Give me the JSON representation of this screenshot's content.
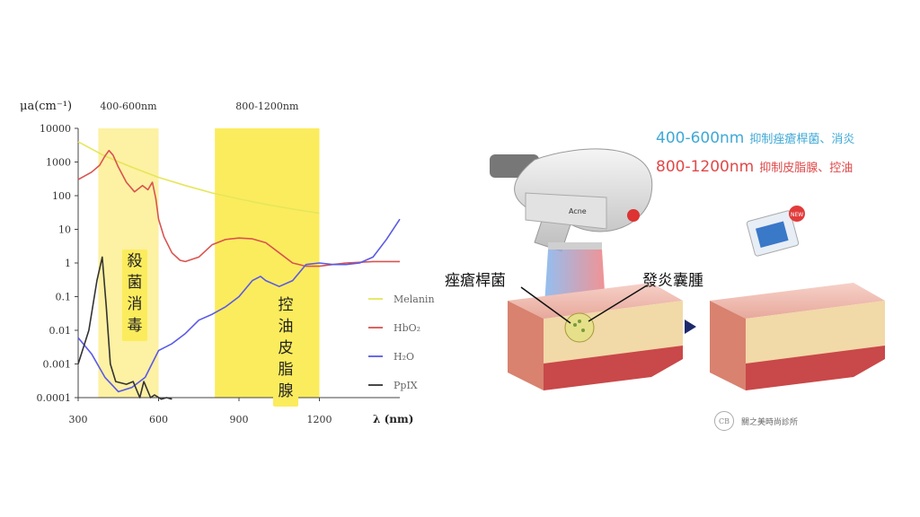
{
  "chart_data": {
    "type": "line",
    "ylabel": "μa(cm⁻¹)",
    "xlabel": "λ (nm)",
    "xlim": [
      300,
      1500
    ],
    "ylim": [
      0.0001,
      10000
    ],
    "y_scale": "log",
    "x_ticks": [
      300,
      600,
      900,
      1200
    ],
    "y_ticks": [
      "10000",
      "1000",
      "100",
      "10",
      "1",
      "0.1",
      "0.01",
      "0.001",
      "0.0001"
    ],
    "y_tick_values": [
      10000,
      1000,
      100,
      10,
      1,
      0.1,
      0.01,
      0.001,
      0.0001
    ],
    "bands": [
      {
        "label": "400-600nm",
        "range": [
          375,
          600
        ],
        "text": "殺菌消毒"
      },
      {
        "label": "800-1200nm",
        "range": [
          810,
          1200
        ],
        "text": "控油皮脂腺"
      }
    ],
    "legend_position": "right",
    "series": [
      {
        "name": "Melanin",
        "color": "#e6e65a",
        "x": [
          300,
          400,
          500,
          600,
          700,
          800,
          900,
          1000,
          1100,
          1200
        ],
        "y": [
          4000,
          1500,
          700,
          350,
          200,
          120,
          80,
          55,
          40,
          30
        ]
      },
      {
        "name": "HbO₂",
        "color": "#d9534f",
        "x": [
          300,
          350,
          380,
          400,
          415,
          430,
          450,
          480,
          510,
          540,
          560,
          577,
          590,
          600,
          620,
          650,
          680,
          700,
          750,
          800,
          850,
          900,
          950,
          1000,
          1050,
          1100,
          1150,
          1200,
          1250,
          1300,
          1400,
          1500
        ],
        "y": [
          300,
          500,
          800,
          1500,
          2200,
          1600,
          700,
          250,
          130,
          200,
          150,
          250,
          80,
          20,
          6,
          2,
          1.2,
          1.1,
          1.5,
          3.5,
          5,
          5.5,
          5.2,
          4,
          2,
          1,
          0.8,
          0.8,
          0.9,
          1,
          1.1,
          1.1
        ]
      },
      {
        "name": "H₂O",
        "color": "#5a5ae6",
        "x": [
          300,
          350,
          400,
          450,
          500,
          550,
          600,
          650,
          700,
          750,
          800,
          850,
          900,
          950,
          980,
          1000,
          1050,
          1100,
          1150,
          1200,
          1250,
          1300,
          1350,
          1400,
          1450,
          1500
        ],
        "y": [
          0.006,
          0.002,
          0.0004,
          0.00015,
          0.0002,
          0.0004,
          0.0025,
          0.004,
          0.008,
          0.02,
          0.03,
          0.05,
          0.1,
          0.3,
          0.4,
          0.3,
          0.2,
          0.3,
          0.9,
          1,
          0.9,
          0.9,
          1,
          1.5,
          5,
          20
        ]
      },
      {
        "name": "PpIX",
        "color": "#333333",
        "x": [
          300,
          340,
          370,
          390,
          405,
          420,
          440,
          480,
          505,
          530,
          545,
          570,
          585,
          610,
          630,
          650
        ],
        "y": [
          0.001,
          0.01,
          0.3,
          1.5,
          0.05,
          0.001,
          0.0003,
          0.00025,
          0.0003,
          0.0001,
          0.0003,
          0.0001,
          0.00012,
          9e-05,
          0.0001,
          9e-05
        ]
      }
    ]
  },
  "annotations": {
    "blue_wavelength": "400-600nm",
    "blue_effect": "抑制痤瘡桿菌、消炎",
    "red_wavelength": "800-1200nm",
    "red_effect": "抑制皮脂腺、控油",
    "label_bacteria": "痤瘡桿菌",
    "label_inflammation": "發炎囊腫",
    "clinic_name": "關之美時尚診所",
    "device_label": "Acne",
    "new_badge": "NEW",
    "logo_text": "CB"
  },
  "colors": {
    "band_fill": "#fbec5d",
    "band_fill_light": "#fdf1a3",
    "blue_text": "#3fa9d6",
    "red_text": "#e04848",
    "arrow": "#1c2a6b"
  }
}
